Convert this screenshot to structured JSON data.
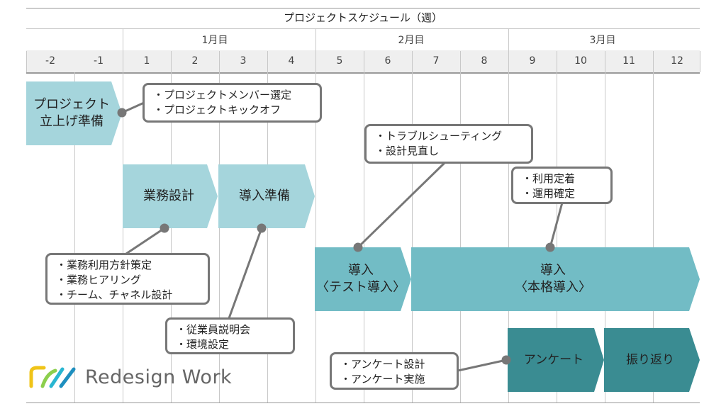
{
  "header": {
    "title": "プロジェクトスケジュール（週）"
  },
  "months": [
    "1月目",
    "2月目",
    "3月目"
  ],
  "weeks": [
    "-2",
    "-1",
    "1",
    "2",
    "3",
    "4",
    "5",
    "6",
    "7",
    "8",
    "9",
    "10",
    "11",
    "12"
  ],
  "phases": {
    "setup": "プロジェクト\n立上げ準備",
    "design": "業務設計",
    "prep": "導入準備",
    "test": "導入\n〈テスト導入〉",
    "full": "導入\n〈本格導入〉",
    "survey": "アンケート",
    "review": "振り返り"
  },
  "callouts": {
    "setup": [
      "・プロジェクトメンバー選定",
      "・プロジェクトキックオフ"
    ],
    "test": [
      "・トラブルシューティング",
      "・設計見直し"
    ],
    "full": [
      "・利用定着",
      "・運用確定"
    ],
    "design": [
      "・業務利用方針策定",
      "・業務ヒアリング",
      "・チーム、チャネル設計"
    ],
    "prep": [
      "・従業員説明会",
      "・環境設定"
    ],
    "survey": [
      "・アンケート設計",
      "・アンケート実施"
    ]
  },
  "logo": {
    "text": "Redesign Work"
  },
  "colors": {
    "light": "#a5d5dc",
    "mid": "#72bcc5",
    "dark": "#3a8c92",
    "callout_border": "#777777"
  }
}
